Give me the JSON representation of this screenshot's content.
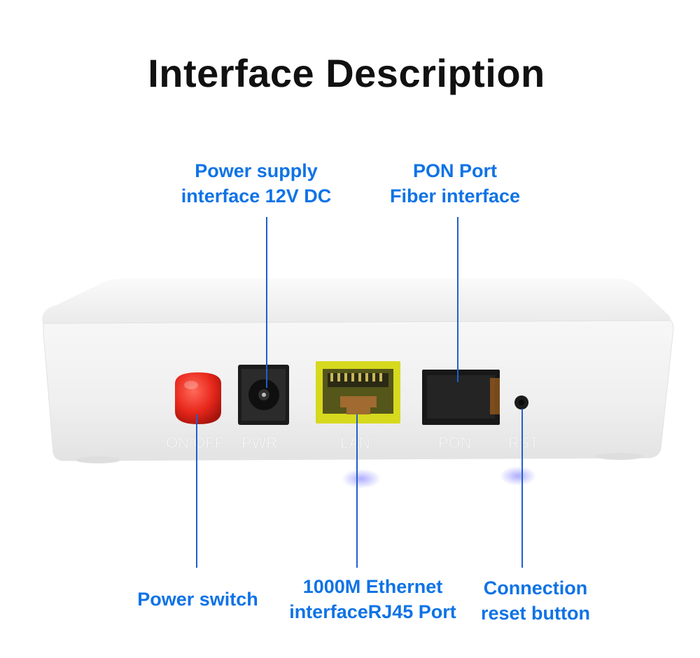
{
  "title": "Interface Description",
  "colors": {
    "callout": "#0f73e6",
    "leader": "#1f5fcf",
    "case": "#f1f1f1",
    "power_button": "#e8281c",
    "lan_port": "#d6d91e"
  },
  "callouts": {
    "power_supply": "Power supply\ninterface 12V DC",
    "pon_port": "PON Port\nFiber interface",
    "power_switch": "Power switch",
    "ethernet": "1000M Ethernet\ninterfaceRJ45 Port",
    "reset": "Connection\nreset button"
  },
  "device_labels": {
    "on_off": "ON/OFF",
    "pwr": "PWR",
    "lan": "LAN",
    "pon": "PON",
    "rst": "RST"
  }
}
